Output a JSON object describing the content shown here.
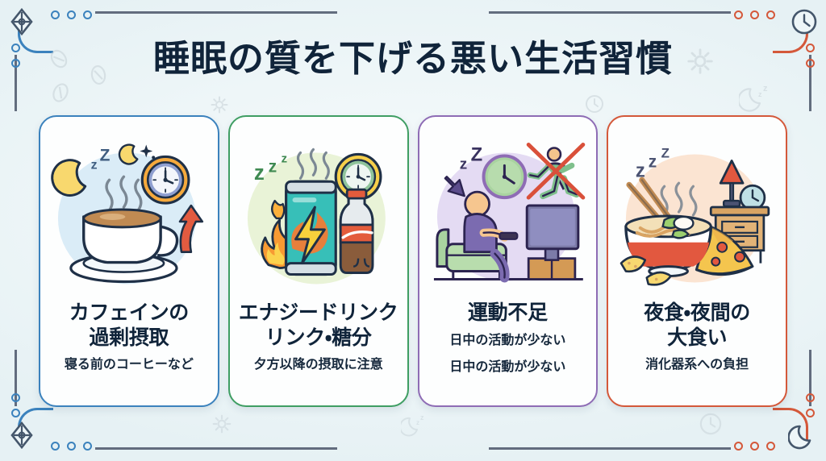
{
  "poster": {
    "title": "睡眠の質を下げる悪い生活習慣",
    "background_color": "#eef6f8",
    "accent_blue": "#3b82bd",
    "accent_red": "#d4583a",
    "title_color": "#10243a"
  },
  "cards": [
    {
      "id": "caffeine",
      "title": "カフェインの\n過剰摂取",
      "title_line1": "カフェインの",
      "title_line2": "過剰摂取",
      "subtitles": [
        "寝る前のコーヒーなど"
      ],
      "border_color": "#3b82bd",
      "art_bg_color": "#dceef7",
      "icons": [
        "coffee-cup-icon",
        "steam-icon",
        "moon-icon",
        "zzz-icon",
        "clock-icon",
        "up-arrow-icon",
        "sparkle-icon"
      ]
    },
    {
      "id": "energy-drink",
      "title": "エナジードリンク\nリンク・糖分",
      "title_line1": "エナジードリンク",
      "title_line2": "リンク・糖分",
      "subtitles": [
        "夕方以降の摂取に注意"
      ],
      "border_color": "#3f9e63",
      "art_bg_color": "#e7f2d8",
      "icons": [
        "energy-can-icon",
        "lightning-bolt-icon",
        "flame-icon",
        "cola-bottle-icon",
        "clock-icon",
        "zzz-icon",
        "steam-icon"
      ]
    },
    {
      "id": "lack-of-exercise",
      "title": "運動不足",
      "title_line1": "運動不足",
      "title_line2": "",
      "subtitles": [
        "日中の活動が少ない",
        "日中の活動が少ない"
      ],
      "border_color": "#8e6cb5",
      "art_bg_color": "#e6ddf2",
      "icons": [
        "person-on-couch-icon",
        "tv-icon",
        "clock-icon",
        "no-running-icon",
        "zzz-icon",
        "down-arrow-icon",
        "remote-control-icon"
      ]
    },
    {
      "id": "late-night-eating",
      "title": "夜食・夜間の\n大食い",
      "title_line1": "夜食・夜間の",
      "title_line2": "大食い",
      "subtitles": [
        "消化器系への負担"
      ],
      "border_color": "#d4583a",
      "art_bg_color": "#fbe6d6",
      "icons": [
        "ramen-bowl-icon",
        "chopsticks-icon",
        "steam-icon",
        "zzz-icon",
        "table-lamp-icon",
        "nightstand-icon",
        "clock-icon",
        "pizza-slice-icon",
        "potato-chips-icon"
      ]
    }
  ],
  "decorations": {
    "corner_top_left": "diamond-compass-icon",
    "corner_bottom_left": "diamond-compass-icon",
    "corner_top_right": "clock-icon",
    "corner_bottom_right": "moon-icon",
    "watermarks": [
      "coffee-bean-icon",
      "gear-icon",
      "moon-zzz-icon",
      "clock-icon",
      "sparkle-icon"
    ]
  }
}
